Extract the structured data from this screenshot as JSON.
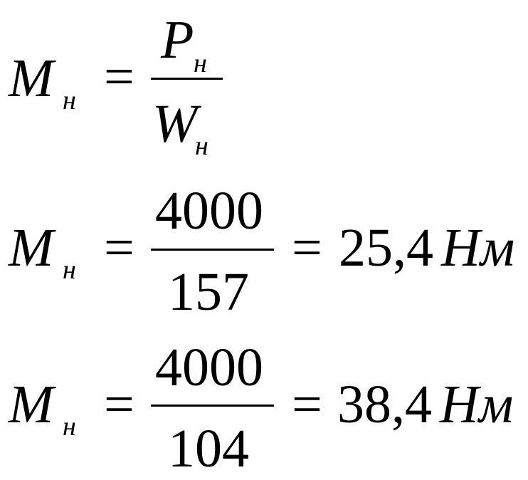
{
  "formulas": [
    {
      "lhs_symbol": "M",
      "lhs_subscript": "н",
      "equals": "=",
      "numerator_symbol": "P",
      "numerator_subscript": "н",
      "denominator_symbol": "W",
      "denominator_subscript": "н"
    },
    {
      "lhs_symbol": "M",
      "lhs_subscript": "н",
      "equals": "=",
      "numerator": "4000",
      "denominator": "157",
      "equals_result": "=",
      "result": "25,4",
      "unit": "Нм"
    },
    {
      "lhs_symbol": "M",
      "lhs_subscript": "н",
      "equals": "=",
      "numerator": "4000",
      "denominator": "104",
      "equals_result": "=",
      "result": "38,4",
      "unit": "Нм"
    }
  ]
}
